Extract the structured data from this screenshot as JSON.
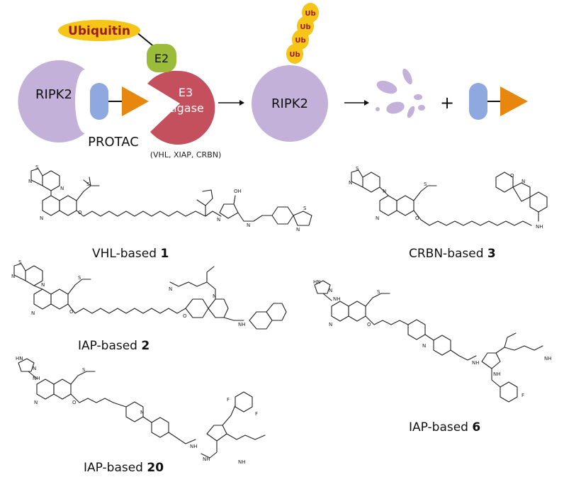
{
  "scheme": {
    "ubiquitin_label": "Ubiquitin",
    "e2_label": "E2",
    "e3_label_line1": "E3",
    "e3_label_line2": "Ligase",
    "target_label": "RIPK2",
    "target_label_2": "RIPK2",
    "protac_label": "PROTAC",
    "ligase_types": "(VHL, XIAP, CRBN)",
    "ub_chain": [
      "Ub",
      "Ub",
      "Ub",
      "Ub"
    ],
    "plus_sign": "+",
    "colors": {
      "ubiquitin": "#f5c518",
      "ubiquitin_text": "#9b1c1c",
      "e2": "#9bbb3a",
      "e3": "#c4505e",
      "ripk2": "#c3b1d9",
      "protac_warhead": "#8fa8e0",
      "protac_ligand": "#e8870e",
      "fragments": "#c3b1d9"
    }
  },
  "compounds": [
    {
      "prefix": "VHL-based",
      "number": "1"
    },
    {
      "prefix": "CRBN-based",
      "number": "3"
    },
    {
      "prefix": "IAP-based",
      "number": "2"
    },
    {
      "prefix": "IAP-based",
      "number": "6"
    },
    {
      "prefix": "IAP-based",
      "number": "20"
    }
  ]
}
